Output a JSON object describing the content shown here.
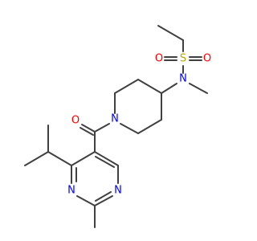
{
  "molecule": {
    "atoms": {
      "sulfonyl_s": {
        "symbol": "S",
        "color": "#b5a800"
      },
      "sulfonyl_o_left": {
        "symbol": "O",
        "color": "#ff0000"
      },
      "sulfonyl_o_right": {
        "symbol": "O",
        "color": "#ff0000"
      },
      "sulfonamide_n": {
        "symbol": "N",
        "color": "#0000ff"
      },
      "piperidine_n": {
        "symbol": "N",
        "color": "#0000ff"
      },
      "carbonyl_o": {
        "symbol": "O",
        "color": "#ff0000"
      },
      "pyrimidine_n_left": {
        "symbol": "N",
        "color": "#0000ff"
      },
      "pyrimidine_n_right": {
        "symbol": "N",
        "color": "#0000ff"
      }
    },
    "bond_color": "#404040"
  }
}
